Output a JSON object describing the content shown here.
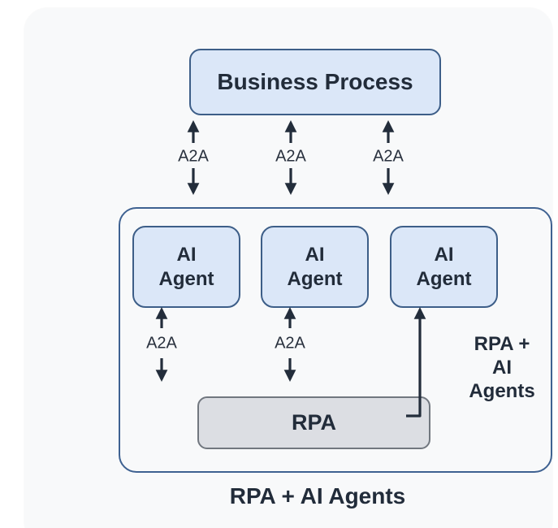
{
  "diagram": {
    "business_process_label": "Business Process",
    "a2a_labels": [
      "A2A",
      "A2A",
      "A2A",
      "A2A",
      "A2A"
    ],
    "agents": [
      {
        "label": "AI\nAgent"
      },
      {
        "label": "AI\nAgent"
      },
      {
        "label": "AI\nAgent"
      }
    ],
    "rpa_label": "RPA",
    "side_label": "RPA +\nAI\nAgents",
    "caption": "RPA + AI Agents",
    "colors": {
      "page_background": "#ffffff",
      "card_background": "#f8f9fa",
      "node_fill": "#dbe7f8",
      "node_border": "#3d5e88",
      "container_border": "#3e6191",
      "rpa_fill": "#dcdee3",
      "rpa_border": "#71777f",
      "text": "#222c3a",
      "arrow": "#232d3b"
    }
  }
}
